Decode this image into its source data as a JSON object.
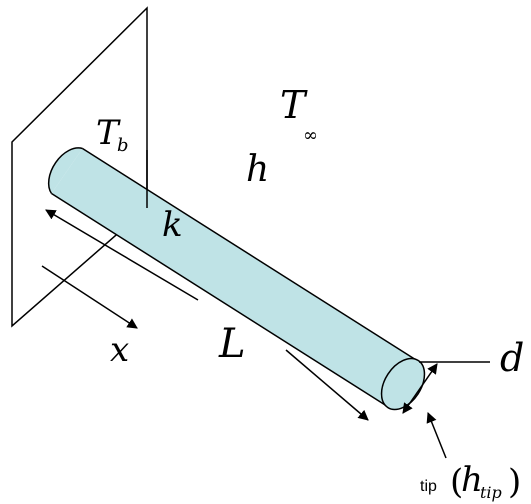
{
  "labels": {
    "base_temperature": "T",
    "base_temperature_sub": "b",
    "ambient_temperature": "T",
    "ambient_temperature_sub": "∞",
    "heat_transfer_coefficient": "h",
    "conductivity": "k",
    "position_coordinate": "x",
    "length": "L",
    "diameter": "d",
    "tip_word": "tip",
    "tip_open_paren": "(",
    "tip_coefficient": "h",
    "tip_coefficient_sub": "tip",
    "tip_close_paren": ")"
  },
  "colors": {
    "rod_fill": "#bfe3e6",
    "stroke": "#000000",
    "background": "#ffffff"
  }
}
